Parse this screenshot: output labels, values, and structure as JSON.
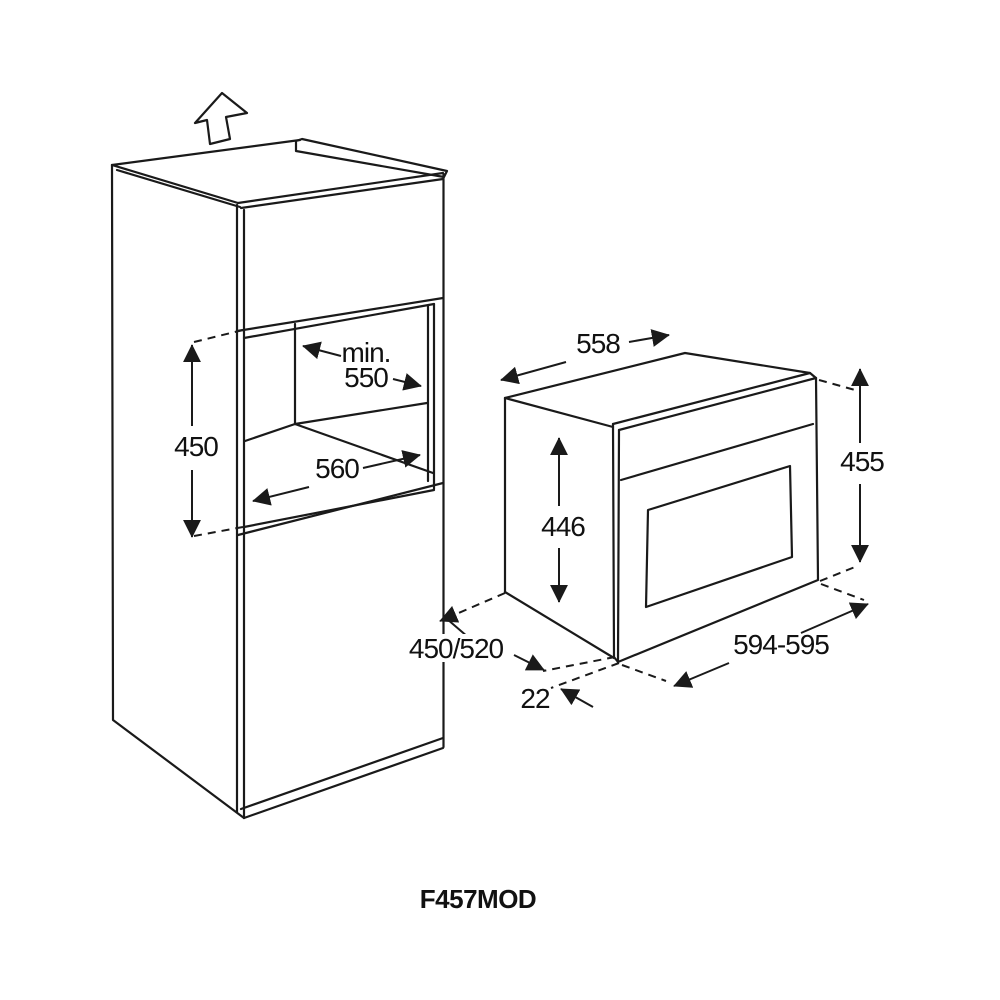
{
  "title": {
    "model": "F457MOD"
  },
  "colors": {
    "line": "#1a1a1a",
    "background": "#ffffff"
  },
  "cabinet": {
    "niche_height": "450",
    "niche_depth_prefix": "min.",
    "niche_depth": "550",
    "niche_width": "560",
    "cabinet_depth": "450/520"
  },
  "oven": {
    "top_width": "558",
    "body_height": "446",
    "front_height": "455",
    "front_width": "594-595",
    "front_overhang": "22"
  }
}
